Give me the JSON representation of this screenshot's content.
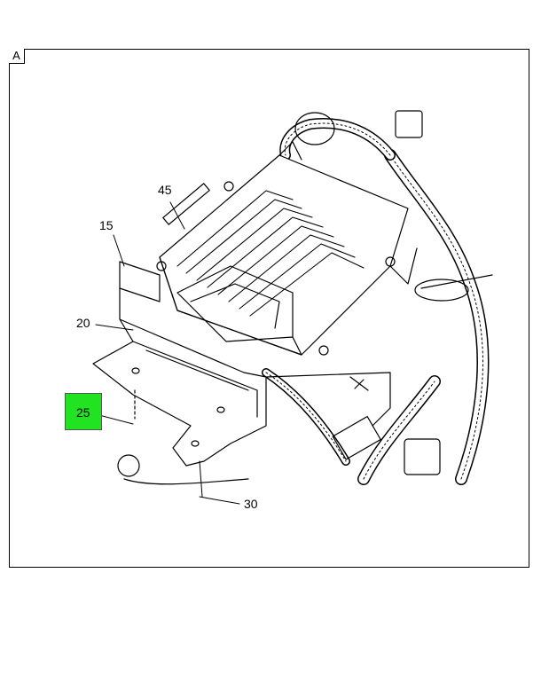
{
  "view_label": "A",
  "callouts": {
    "c15": "15",
    "c20": "20",
    "c25": "25",
    "c30": "30",
    "c45": "45"
  },
  "colors": {
    "highlight": "#22e322",
    "line": "#000000"
  }
}
